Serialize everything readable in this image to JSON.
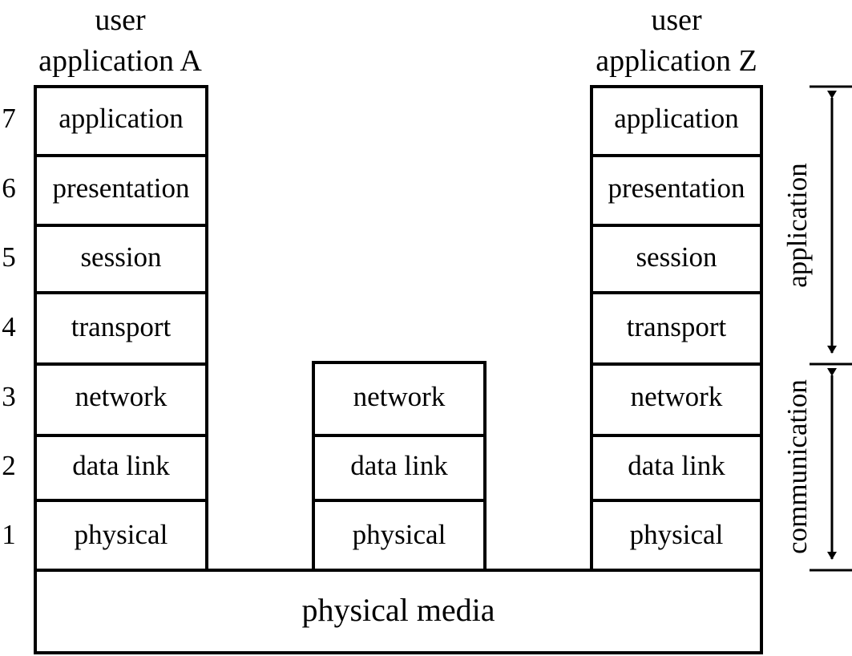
{
  "stack_a": {
    "heading_line1": "user",
    "heading_line2": "application A",
    "layers": [
      "application",
      "presentation",
      "session",
      "transport",
      "network",
      "data link",
      "physical"
    ]
  },
  "relay": {
    "layers": [
      "network",
      "data link",
      "physical"
    ]
  },
  "stack_z": {
    "heading_line1": "user",
    "heading_line2": "application Z",
    "layers": [
      "application",
      "presentation",
      "session",
      "transport",
      "network",
      "data link",
      "physical"
    ]
  },
  "layer_numbers": [
    "7",
    "6",
    "5",
    "4",
    "3",
    "2",
    "1"
  ],
  "media": {
    "label": "physical media"
  },
  "brackets": {
    "upper": "application",
    "lower": "communication"
  }
}
